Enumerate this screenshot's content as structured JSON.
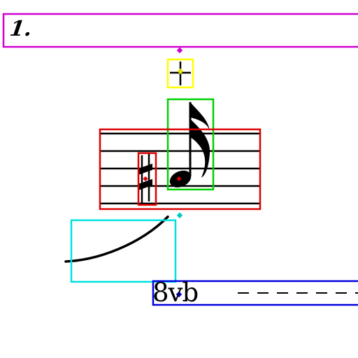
{
  "volta": {
    "label": "1."
  },
  "octave_line": {
    "text": "8vb"
  },
  "symbols": {
    "staff": "five-line-staff",
    "note": "sixteenth-note",
    "accidental": "sharp",
    "slur": "slur-curve",
    "ornament": "plus-sign"
  },
  "colors": {
    "volta_box": "#d000d0",
    "ornament_box": "#ffff00",
    "note_box": "#00d000",
    "staff_box": "#dd0000",
    "accidental_box": "#dd0000",
    "slur_box": "#00e0e0",
    "octave_box": "#0000dd"
  }
}
